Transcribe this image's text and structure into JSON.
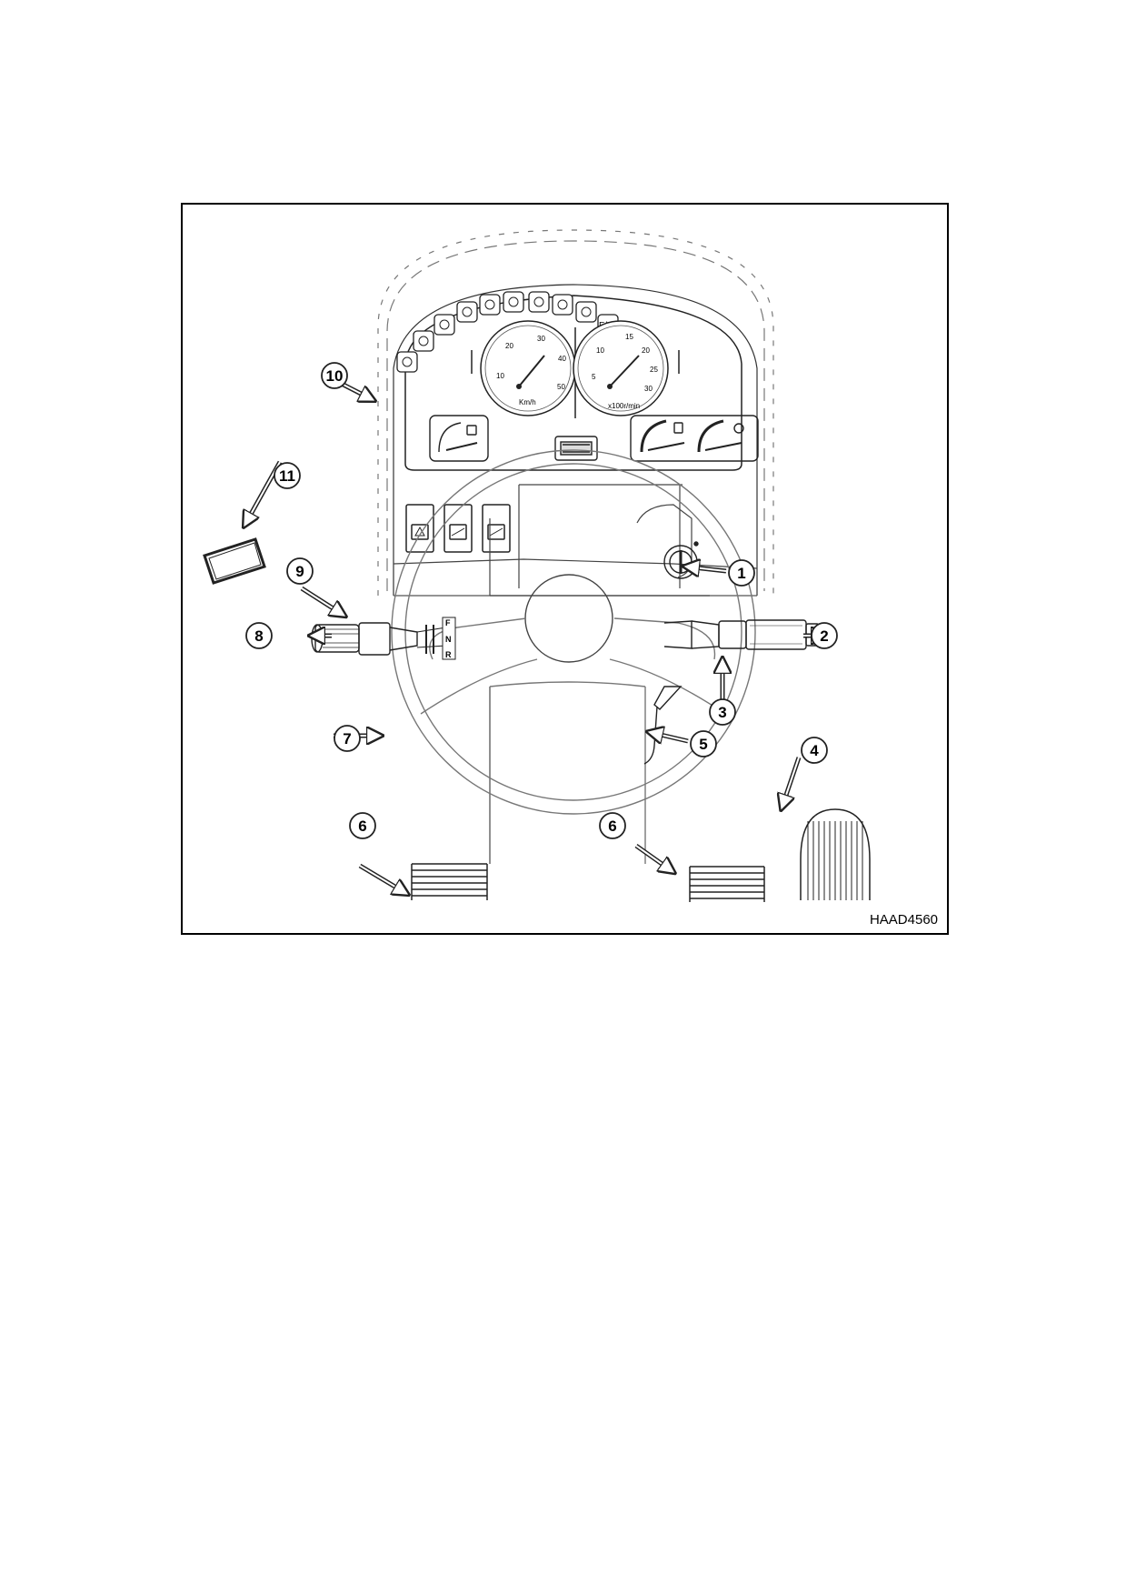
{
  "figure": {
    "code": "HAAD4560",
    "colors": {
      "line": "#222222",
      "light_line": "#777777",
      "callout_fill": "#ffffff"
    }
  },
  "indicators_top": [
    "brake-icon",
    "seatbelt-icon",
    "engine-icon",
    "battery-icon",
    "turn-left-icon",
    "headlight-icon",
    "turn-right-icon",
    "work-light-icon",
    "oil-icon",
    "F/R",
    "parking-icon",
    "fork-icon"
  ],
  "indicator_text": {
    "fr": "F/R"
  },
  "speed_gauge": {
    "ticks": [
      "10",
      "20",
      "30",
      "40",
      "50"
    ],
    "unit": "Km/h"
  },
  "rpm_gauge": {
    "ticks": [
      "5",
      "10",
      "15",
      "20",
      "25",
      "30"
    ],
    "unit": "x100r/min"
  },
  "small_gauges": [
    "fuel-gauge",
    "coolant-gauge",
    "transmission-gauge"
  ],
  "switches": [
    "hazard-switch",
    "wiper-switch",
    "work-light-switch"
  ],
  "shift_labels": {
    "f": "F",
    "n": "N",
    "r": "R"
  },
  "callouts": [
    "1",
    "2",
    "3",
    "4",
    "5",
    "6",
    "6",
    "7",
    "8",
    "9",
    "10",
    "11"
  ]
}
